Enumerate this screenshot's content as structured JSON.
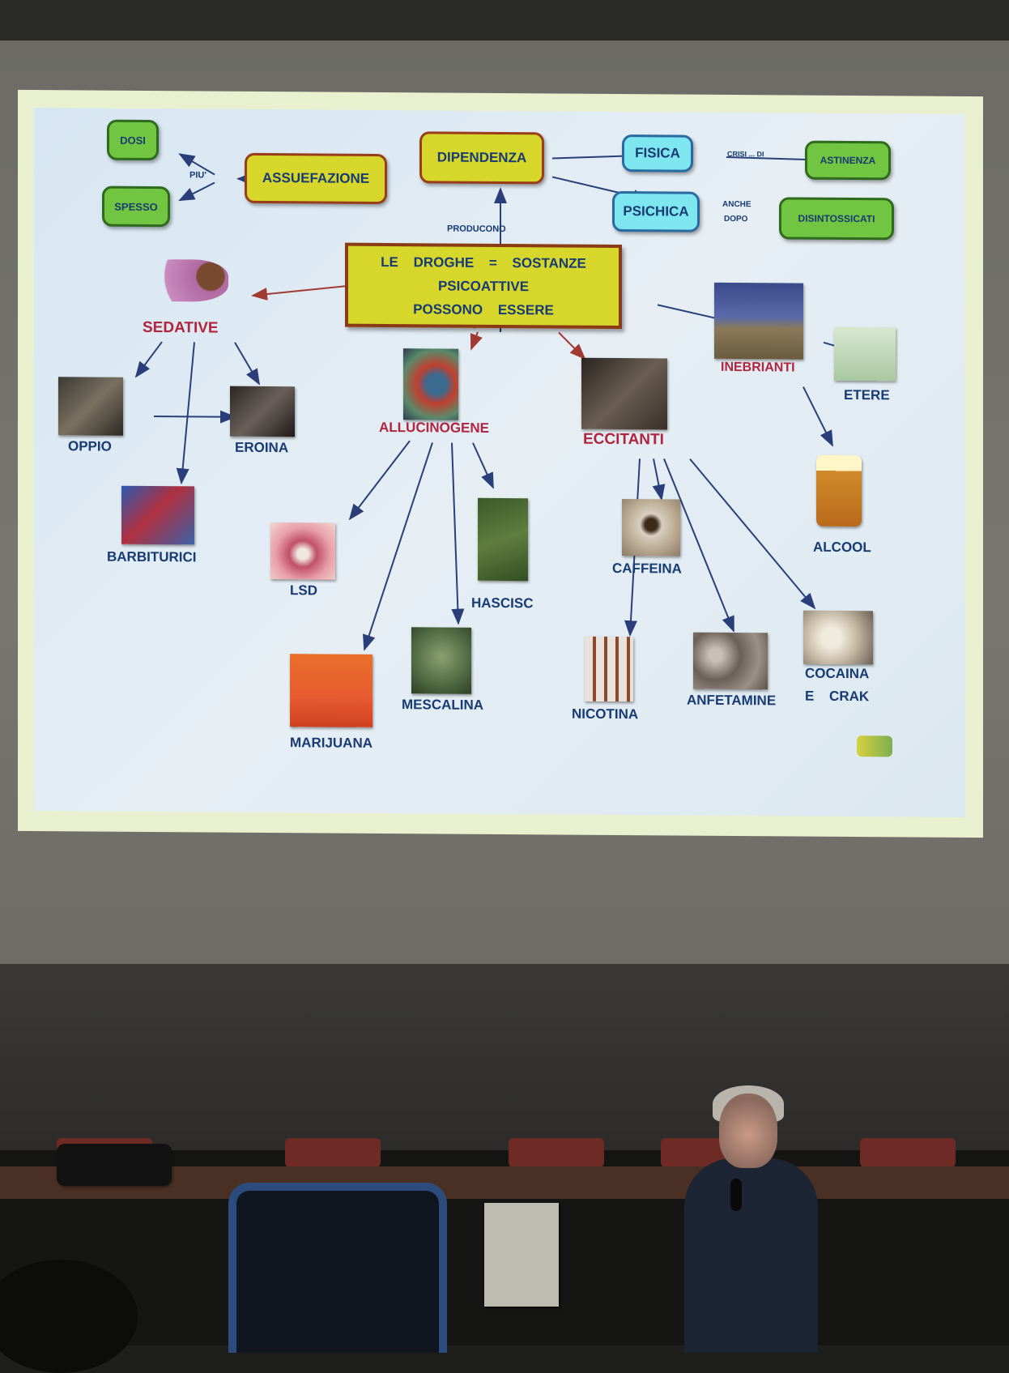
{
  "slide": {
    "central": {
      "line1": "LE DROGHE = SOSTANZE",
      "line2": "PSICOATTIVE",
      "line3": "POSSONO ESSERE"
    },
    "concepts": {
      "dipendenza": "DIPENDENZA",
      "assuefazione": "ASSUEFAZIONE",
      "dosi": "DOSI",
      "spesso": "SPESSO",
      "fisica": "FISICA",
      "psichica": "PSICHICA",
      "astinenza": "ASTINENZA",
      "disintossicati": "DISINTOSSICATI"
    },
    "connectors": {
      "producono": "PRODUCONO",
      "piu": "PIU'",
      "crisi_di": "CRISI ... DI",
      "anche": "ANCHE",
      "dopo": "DOPO"
    },
    "categories": {
      "sedative": "SEDATIVE",
      "allucinogene": "ALLUCINOGENE",
      "eccitanti": "ECCITANTI",
      "inebrianti": "INEBRIANTI"
    },
    "substances": {
      "oppio": "OPPIO",
      "eroina": "EROINA",
      "barbiturici": "BARBITURICI",
      "lsd": "LSD",
      "hascisc": "HASCISC",
      "marijuana": "MARIJUANA",
      "mescalina": "MESCALINA",
      "caffeina": "CAFFEINA",
      "nicotina": "NICOTINA",
      "anfetamine": "ANFETAMINE",
      "cocaina_line1": "COCAINA",
      "cocaina_line2": "E CRAK",
      "etere": "ETERE",
      "alcool": "ALCOOL"
    }
  },
  "colors": {
    "box_yellow": "#d6d72a",
    "box_green": "#72c540",
    "box_cyan": "#7ee6ef",
    "text_blue": "#173b72",
    "category_red": "#b0253f"
  }
}
